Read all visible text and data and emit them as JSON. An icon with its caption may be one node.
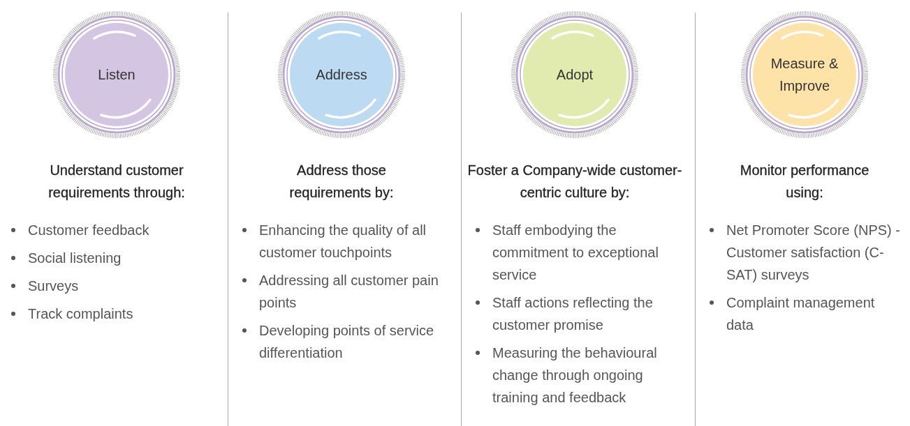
{
  "diagram": {
    "nodes": [
      {
        "text": [
          "Listen"
        ],
        "beside": [
          "Understand customer requirements through:",
          "Customer feedback",
          "Social listening",
          "Surveys",
          "Track complaints"
        ]
      },
      {
        "text": [
          "Address"
        ],
        "beside": [
          "Address those requirements by:",
          "Enhancing the quality of all customer touchpoints",
          "Addressing all customer pain points",
          "Developing points of service differentiation"
        ]
      },
      {
        "text": [
          "Adopt"
        ],
        "beside": [
          "Foster a Company-wide customer-centric culture by:",
          "Staff embodying the commitment to exceptional service",
          "Staff actions reflecting the customer promise",
          "Measuring the behavioural change through ongoing training and feedback"
        ]
      },
      {
        "text": [
          "Measure & Improve"
        ],
        "beside": [
          "Monitor performance using:",
          "Net Promoter Score (NPS) - Customer satisfaction (C-SAT) surveys",
          "Complaint management data"
        ]
      }
    ]
  }
}
